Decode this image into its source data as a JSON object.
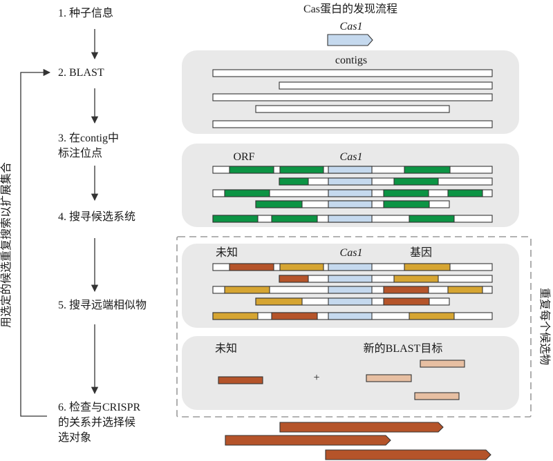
{
  "title": "Cas蛋白的发现流程",
  "steps": [
    {
      "lines": [
        "1. 种子信息"
      ]
    },
    {
      "lines": [
        "2. BLAST"
      ]
    },
    {
      "lines": [
        "3. 在contig中",
        "标注位点"
      ]
    },
    {
      "lines": [
        "4. 搜寻候选系统"
      ]
    },
    {
      "lines": [
        "5. 搜寻远端相似物"
      ]
    },
    {
      "lines": [
        "6. 检查与CRISPR",
        "的关系并选择候",
        "选对象"
      ]
    }
  ],
  "side_label": "用选定的候选重复搜索以扩展集合",
  "repeat_label": "重复每个候选物",
  "labels": {
    "seed_gene": "Cas1",
    "contigs": "contigs",
    "orf": "ORF",
    "cas1": "Cas1",
    "unknown": "未知",
    "gene": "基因",
    "unknown2": "未知",
    "new_blast_target": "新的BLAST目标",
    "plus": "+"
  },
  "colors": {
    "cas1": "#c5d9ee",
    "green": "#0c9444",
    "brown": "#b5542a",
    "gold": "#d6a532",
    "tan": "#e7bfa2",
    "panel": "#e9e9e9",
    "stroke": "#333333"
  }
}
